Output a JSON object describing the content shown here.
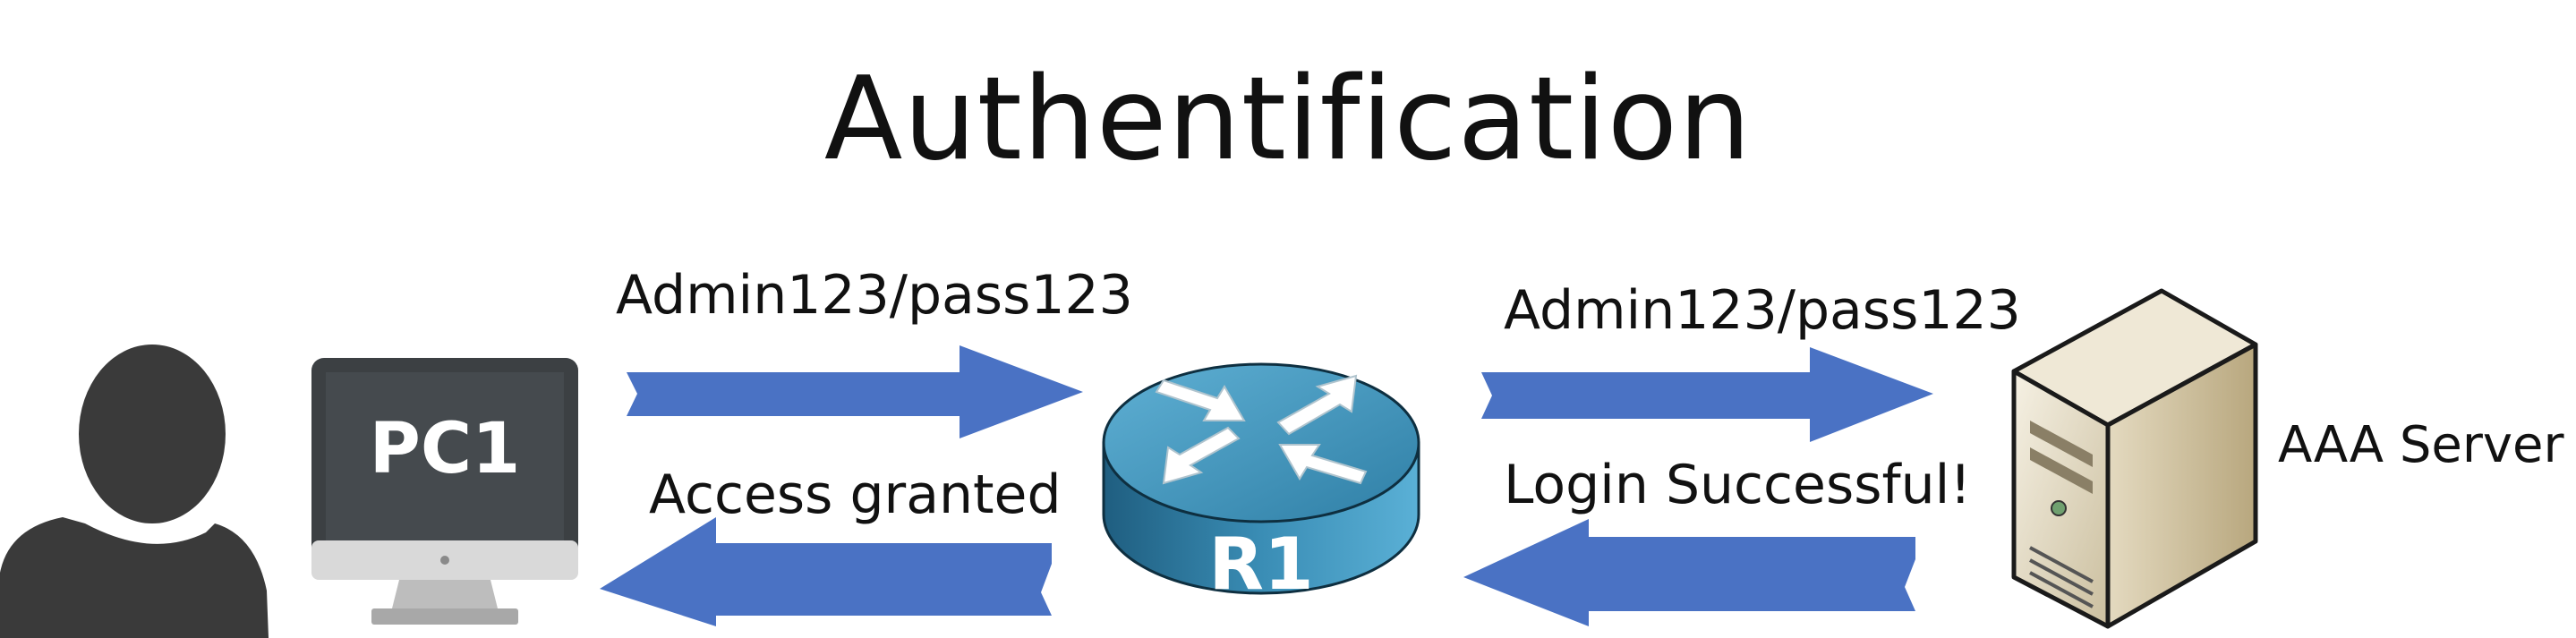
{
  "title": "Authentification",
  "devices": {
    "pc": {
      "label": "PC1"
    },
    "router": {
      "label": "R1"
    },
    "server": {
      "label": "AAA Server"
    }
  },
  "messages": {
    "pc_to_router": "Admin123/pass123",
    "router_to_pc": "Access granted",
    "router_to_server": "Admin123/pass123",
    "server_to_router": "Login Successful!"
  },
  "colors": {
    "arrow": "#4A72C4",
    "person": "#3A3A3A",
    "monitor": "#3C4043",
    "router": "#3F8BB0",
    "server": "#D8CCAE"
  }
}
